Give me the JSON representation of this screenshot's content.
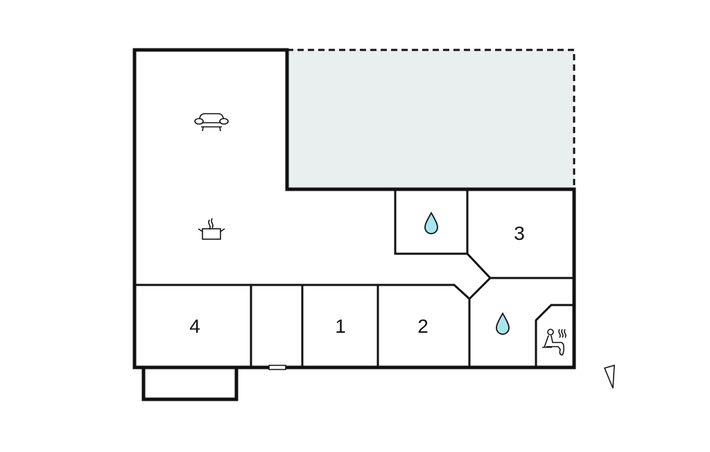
{
  "plan": {
    "rooms": [
      {
        "id": "bedroom-4",
        "label": "4"
      },
      {
        "id": "bedroom-1",
        "label": "1"
      },
      {
        "id": "bedroom-2",
        "label": "2"
      },
      {
        "id": "bedroom-3",
        "label": "3"
      }
    ],
    "icons": [
      "sofa-icon",
      "cooking-pot-icon",
      "water-drop-icon",
      "water-drop-icon",
      "sauna-icon",
      "north-arrow-icon"
    ],
    "colors": {
      "terrace": "#e9eeee",
      "water": "#a8e6ee",
      "wall": "#111111"
    }
  }
}
